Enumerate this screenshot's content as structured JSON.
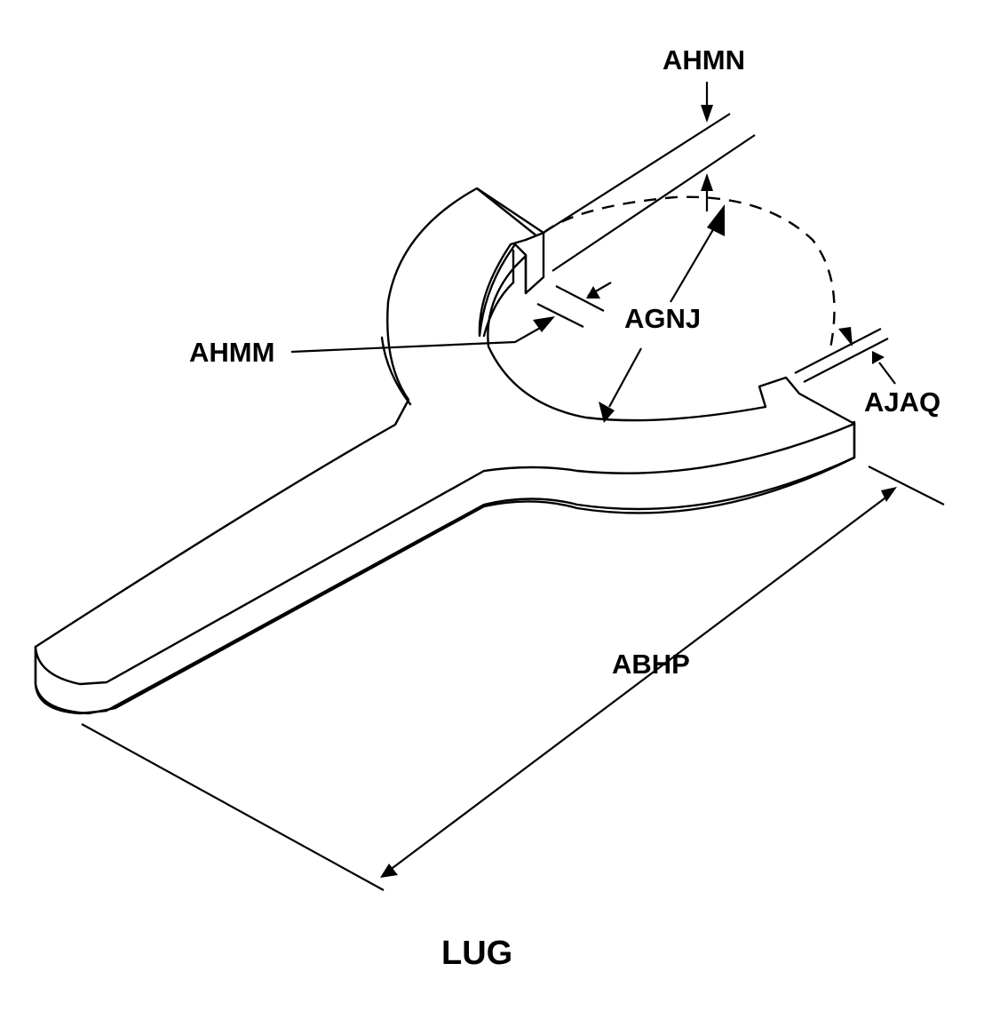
{
  "diagram": {
    "title": "LUG",
    "labels": {
      "ahmn": "AHMN",
      "ahmm": "AHMM",
      "agnj": "AGNJ",
      "ajaq": "AJAQ",
      "abhp": "ABHP"
    }
  }
}
